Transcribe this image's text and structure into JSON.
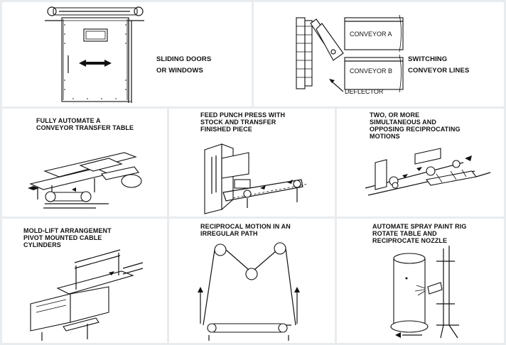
{
  "panels": {
    "sliding_doors": {
      "caption": "SLIDING DOORS\nOR WINDOWS"
    },
    "switching": {
      "caption": "SWITCHING\nCONVEYOR LINES",
      "conveyor_a": "CONVEYOR A",
      "conveyor_b": "CONVEYOR B",
      "deflector": "DEFLECTOR"
    },
    "transfer_table": {
      "caption": "FULLY AUTOMATE A\nCONVEYOR TRANSFER TABLE"
    },
    "punch_press": {
      "caption": "FEED PUNCH PRESS WITH\nSTOCK AND TRANSFER\nFINISHED PIECE"
    },
    "reciprocating": {
      "caption": "TWO, OR MORE\nSIMULTANEOUS AND\nOPPOSING RECIPROCATING\nMOTIONS"
    },
    "mold_lift": {
      "caption": "MOLD-LIFT ARRANGEMENT\nPIVOT MOUNTED CABLE\nCYLINDERS"
    },
    "irregular_path": {
      "caption": "RECIPROCAL MOTION IN AN\nIRREGULAR PATH"
    },
    "spray_paint": {
      "caption": "AUTOMATE SPRAY PAINT RIG\nROTATE TABLE AND\nRECIPROCATE NOZZLE"
    }
  }
}
